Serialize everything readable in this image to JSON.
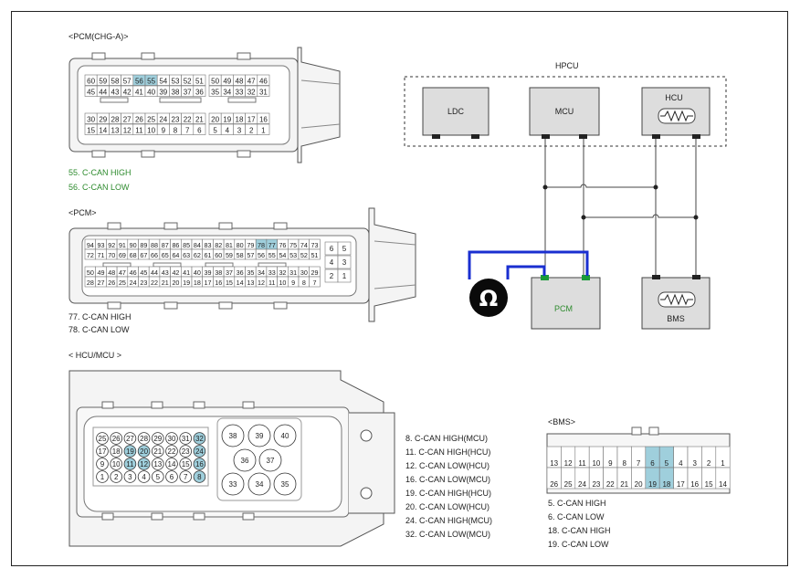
{
  "connectors": {
    "pcm_chg_a": {
      "title": "<PCM(CHG-A)>",
      "rows": [
        [
          "60",
          "59",
          "58",
          "57",
          "56",
          "55",
          "54",
          "53",
          "52",
          "51",
          "50",
          "49",
          "48",
          "47",
          "46"
        ],
        [
          "45",
          "44",
          "43",
          "42",
          "41",
          "40",
          "39",
          "38",
          "37",
          "36",
          "35",
          "34",
          "33",
          "32",
          "31"
        ],
        [
          "30",
          "29",
          "28",
          "27",
          "26",
          "25",
          "24",
          "23",
          "22",
          "21",
          "20",
          "19",
          "18",
          "17",
          "16"
        ],
        [
          "15",
          "14",
          "13",
          "12",
          "11",
          "10",
          "9",
          "8",
          "7",
          "6",
          "5",
          "4",
          "3",
          "2",
          "1"
        ]
      ],
      "highlight": [
        "56",
        "55"
      ],
      "notes": [
        "55.   C-CAN HIGH",
        "56. C-CAN LOW"
      ]
    },
    "pcm": {
      "title": "<PCM>",
      "rows": [
        [
          "94",
          "93",
          "92",
          "91",
          "90",
          "89",
          "88",
          "87",
          "86",
          "85",
          "84",
          "83",
          "82",
          "81",
          "80",
          "79",
          "78",
          "77",
          "76",
          "75",
          "74",
          "73"
        ],
        [
          "72",
          "71",
          "70",
          "69",
          "68",
          "67",
          "66",
          "65",
          "64",
          "63",
          "62",
          "61",
          "60",
          "59",
          "58",
          "57",
          "56",
          "55",
          "54",
          "53",
          "52",
          "51"
        ],
        [
          "50",
          "49",
          "48",
          "47",
          "46",
          "45",
          "44",
          "43",
          "42",
          "41",
          "40",
          "39",
          "38",
          "37",
          "36",
          "35",
          "34",
          "33",
          "32",
          "31",
          "30",
          "29"
        ],
        [
          "28",
          "27",
          "26",
          "25",
          "24",
          "23",
          "22",
          "21",
          "20",
          "19",
          "18",
          "17",
          "16",
          "15",
          "14",
          "13",
          "12",
          "11",
          "10",
          "9",
          "8",
          "7"
        ]
      ],
      "side": [
        [
          "6",
          "5"
        ],
        [
          "4",
          "3"
        ],
        [
          "2",
          "1"
        ]
      ],
      "highlight": [
        "78",
        "77"
      ],
      "notes": [
        "77.   C-CAN HIGH",
        "78. C-CAN LOW"
      ]
    },
    "hcu_mcu": {
      "title": "< HCU/MCU      >",
      "rows": [
        [
          "25",
          "26",
          "27",
          "28",
          "29",
          "30",
          "31",
          "32"
        ],
        [
          "17",
          "18",
          "19",
          "20",
          "21",
          "22",
          "23",
          "24"
        ],
        [
          "9",
          "10",
          "11",
          "12",
          "13",
          "14",
          "15",
          "16"
        ],
        [
          "1",
          "2",
          "3",
          "4",
          "5",
          "6",
          "7",
          "8"
        ]
      ],
      "big": [
        [
          "38",
          "39",
          "40"
        ],
        [
          "36",
          "37"
        ],
        [
          "33",
          "34",
          "35"
        ]
      ],
      "highlight": [
        "32",
        "24",
        "19",
        "20",
        "11",
        "12",
        "16",
        "8"
      ],
      "notes": [
        "8.  C-CAN HIGH(MCU)",
        "11.    C-CAN HIGH(HCU)",
        "12. C-CAN LOW(HCU)",
        "16. C-CAN LOW(MCU)",
        "19.  C-CAN HIGH(HCU)",
        "20. C-CAN LOW(HCU)",
        "24.   C-CAN HIGH(MCU)",
        "32. C-CAN LOW(MCU)"
      ]
    },
    "bms": {
      "title": "<BMS>",
      "rows": [
        [
          "13",
          "12",
          "11",
          "10",
          "9",
          "8",
          "7",
          "6",
          "5",
          "4",
          "3",
          "2",
          "1"
        ],
        [
          "26",
          "25",
          "24",
          "23",
          "22",
          "21",
          "20",
          "19",
          "18",
          "17",
          "16",
          "15",
          "14"
        ]
      ],
      "highlight": [
        "6",
        "5",
        "19",
        "18"
      ],
      "notes": [
        "5.   C-CAN HIGH",
        "6. C-CAN LOW",
        "18.   C-CAN HIGH",
        "19. C-CAN LOW"
      ]
    }
  },
  "schematic": {
    "group_label": "HPCU",
    "modules": {
      "ldc": "LDC",
      "mcu": "MCU",
      "hcu": "HCU",
      "pcm": "PCM",
      "bms": "BMS"
    },
    "meter_symbol": "Ω"
  },
  "colors": {
    "highlight": "#9fcfdc",
    "wire": "#1a2fd0",
    "pin_green": "#1a9a3a",
    "pcm_label": "#2e8b2e"
  }
}
